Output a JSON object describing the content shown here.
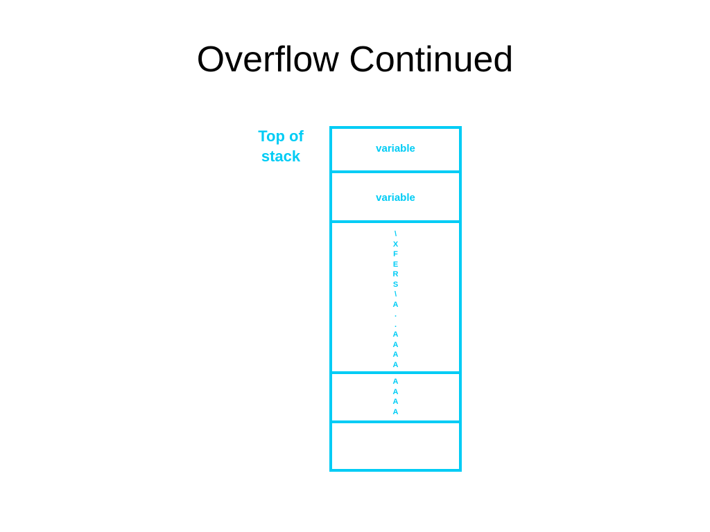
{
  "slide": {
    "title": "Overflow Continued"
  },
  "diagram": {
    "top_label": "Top of\nstack",
    "top_label_lines": [
      "Top of",
      "stack"
    ],
    "accent_color": "#00ccf5",
    "cells": [
      {
        "text": "variable"
      },
      {
        "text": "variable"
      },
      {
        "chars": [
          "\\",
          "X",
          "F",
          "E",
          "R",
          "S",
          "\\",
          "A",
          ".",
          ".",
          "A",
          "A",
          "A",
          "A"
        ]
      },
      {
        "chars": [
          "A",
          "A",
          "A",
          "A"
        ]
      },
      {
        "text": ""
      }
    ]
  }
}
